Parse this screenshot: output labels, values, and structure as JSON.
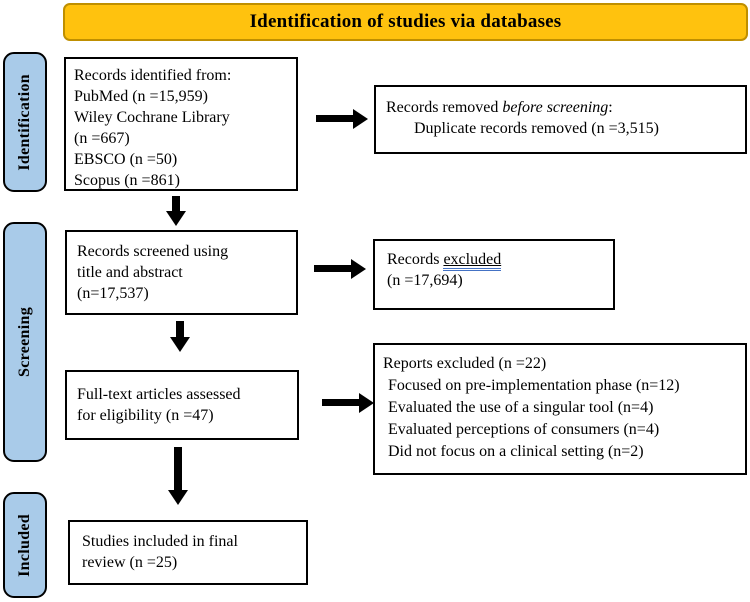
{
  "banner": {
    "title": "Identification of studies via databases",
    "bg_color": "#FFC20E",
    "border_color": "#BF8F00"
  },
  "stages": [
    {
      "label": "Identification"
    },
    {
      "label": "Screening"
    },
    {
      "label": "Included"
    }
  ],
  "stage_style": {
    "bg_color": "#A9CBE9",
    "border_color": "#000000"
  },
  "boxes": {
    "identified": {
      "lines": [
        "Records identified from:",
        "PubMed (n =15,959)",
        "Wiley Cochrane Library",
        "(n =667)",
        "EBSCO (n =50)",
        "Scopus (n =861)"
      ]
    },
    "removed": {
      "line1_prefix": "Records removed ",
      "line1_italic": "before screening",
      "line1_suffix": ":",
      "line2": "Duplicate records removed (n =3,515)"
    },
    "screened": {
      "lines": [
        "Records screened using",
        "title and abstract",
        "(n=17,537)"
      ]
    },
    "excluded": {
      "line1_prefix": "Records ",
      "line1_underlined": "excluded",
      "line2": "(n =17,694)",
      "underline_color": "#4472C4"
    },
    "fulltext": {
      "lines": [
        "Full-text articles assessed",
        "for eligibility (n =47)"
      ]
    },
    "reports": {
      "lines": [
        "Reports excluded (n =22)",
        "Focused on pre-implementation phase (n=12)",
        "Evaluated the use of a singular tool (n=4)",
        "Evaluated perceptions of consumers (n=4)",
        "Did not focus on a clinical setting (n=2)"
      ]
    },
    "included": {
      "lines": [
        "Studies included in final",
        "review (n =25)"
      ]
    }
  }
}
